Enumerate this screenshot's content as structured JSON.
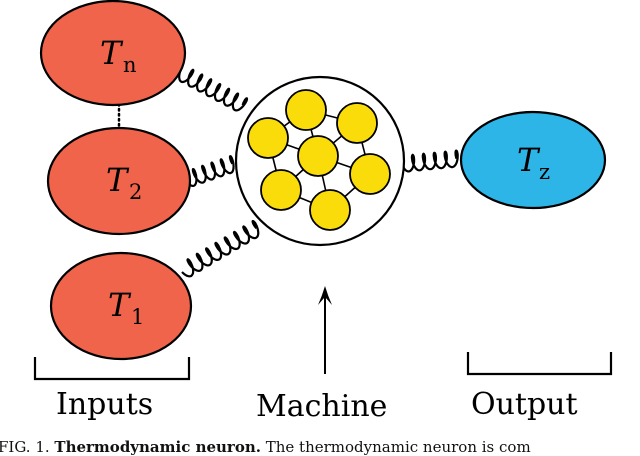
{
  "colors": {
    "input_fill": "#F0644B",
    "output_fill": "#2EB5E8",
    "particle_fill": "#FADC0A",
    "stroke": "#000000"
  },
  "inputs": [
    {
      "symbol": "T",
      "subscript": "n"
    },
    {
      "symbol": "T",
      "subscript": "2"
    },
    {
      "symbol": "T",
      "subscript": "1"
    }
  ],
  "output": {
    "symbol": "T",
    "subscript": "z"
  },
  "labels": {
    "inputs": "Inputs",
    "machine": "Machine",
    "output": "Output"
  },
  "caption": {
    "prefix": "FIG. 1.",
    "title": "Thermodynamic neuron.",
    "text": "The thermodynamic neuron is com"
  }
}
